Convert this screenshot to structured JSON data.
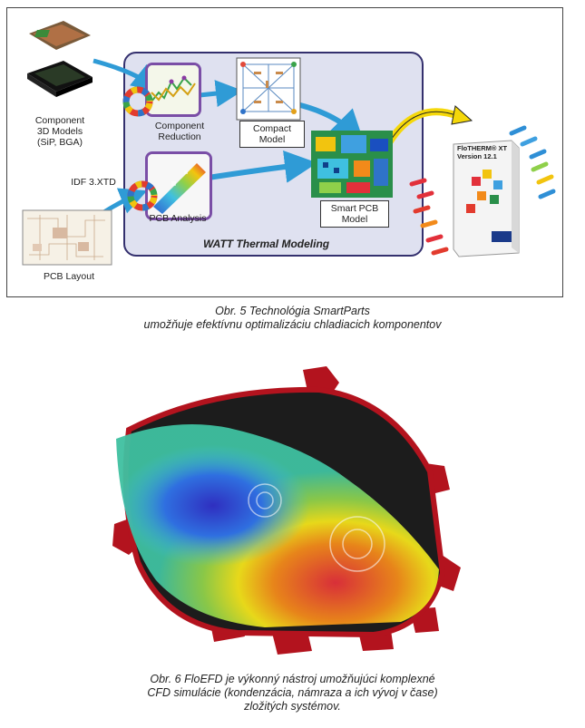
{
  "figure5": {
    "labels": {
      "component_models": [
        "Component",
        "3D Models",
        "(SiP, BGA)"
      ],
      "idf": "IDF 3.XTD",
      "pcb_layout": "PCB Layout",
      "component_reduction": [
        "Component",
        "Reduction"
      ],
      "compact_model": [
        "Compact",
        "Model"
      ],
      "pcb_analysis": "PCB Analysis",
      "smart_pcb_model": [
        "Smart PCB",
        "Model"
      ],
      "watt": "WATT Thermal Modeling",
      "flotherm_product": "FloTHERM® XT",
      "flotherm_version": "Version 12.1"
    },
    "caption": [
      "Obr. 5  Technológia SmartParts",
      "umožňuje efektívnu optimalizáciu chladiacich komponentov"
    ]
  },
  "figure6": {
    "caption": [
      "Obr. 6  FloEFD je výkonný nástroj umožňujúci komplexné",
      "CFD simulácie (kondenzácia, námraza a ich vývoj v čase)",
      "zložitých systémov."
    ]
  },
  "colors": {
    "panel_border": "#34306e",
    "panel_fill": "#dfe1f0",
    "thumb_border": "#7a4ea6",
    "arrow_blue": "#2f9bd6",
    "housing_red": "#b3131e"
  }
}
